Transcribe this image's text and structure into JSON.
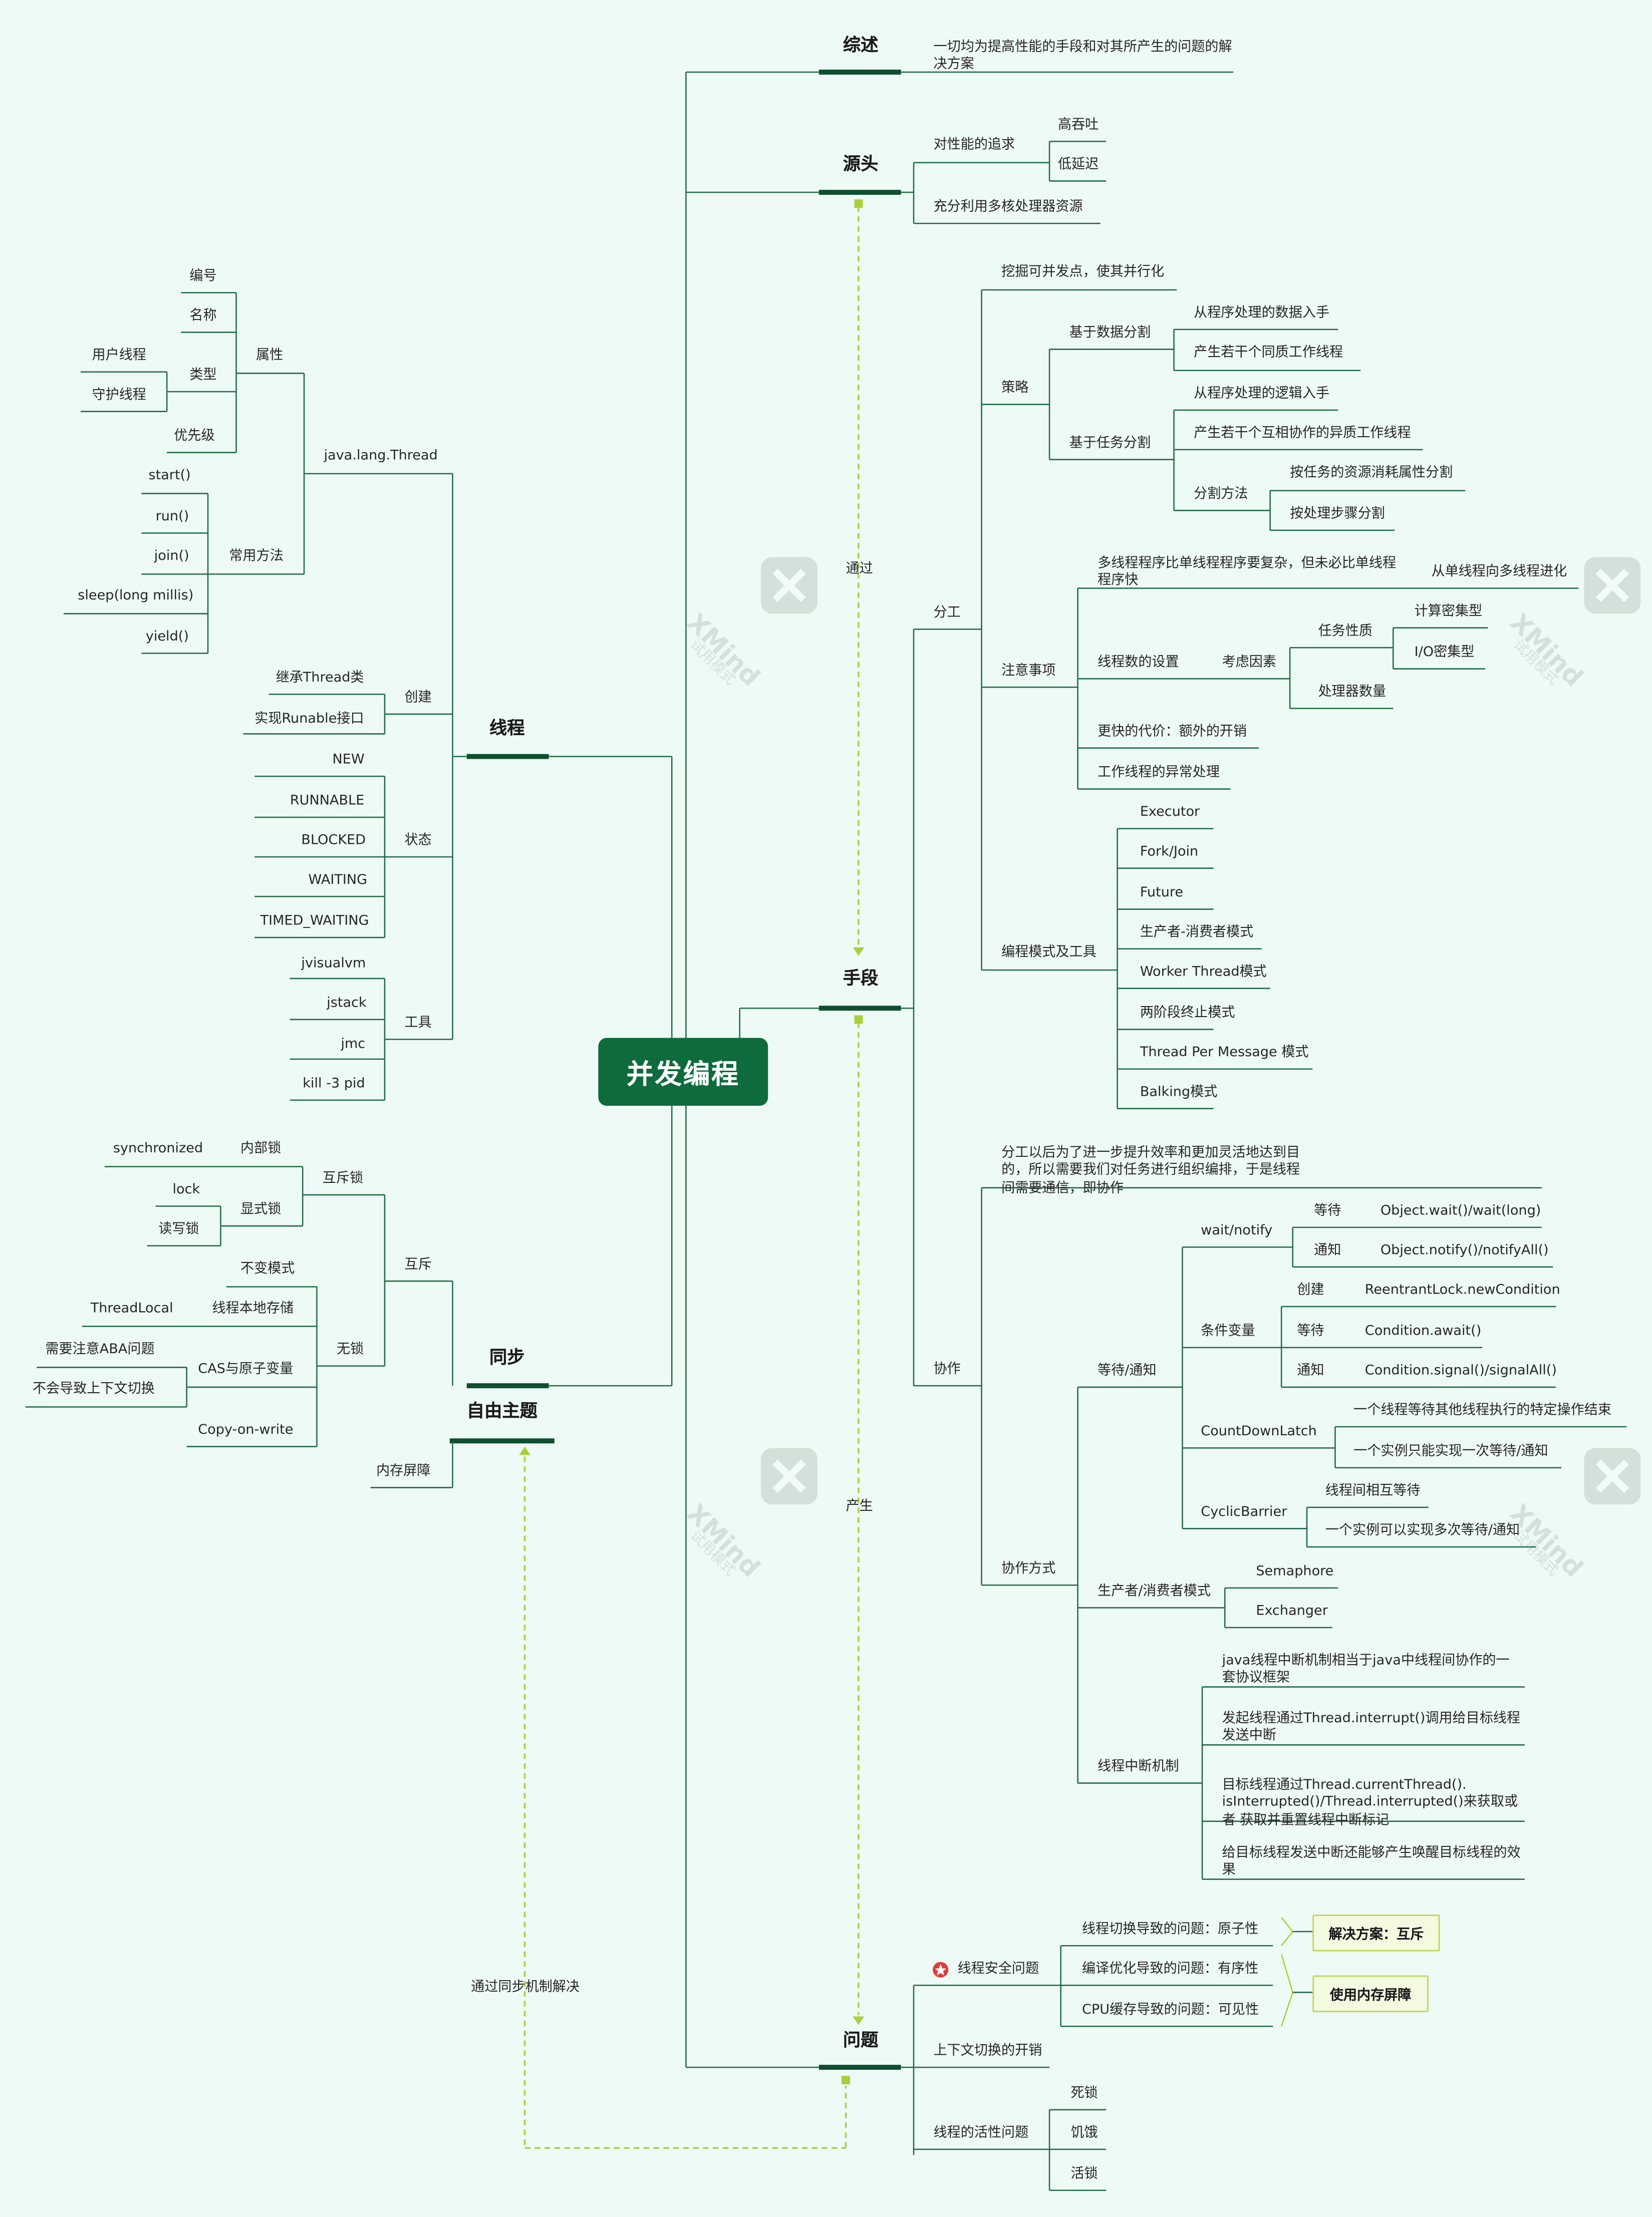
{
  "root": "并发编程",
  "colors": {
    "background": "#eefaf5",
    "root": "#0d6b3c",
    "line": "#1f6b45",
    "relation": "#a9cf3a"
  },
  "watermark": {
    "title": "XMind",
    "subtitle": "试用模式"
  },
  "relationships": {
    "r1": "通过",
    "r2": "产生",
    "r3": "通过同步机制解决"
  },
  "solutions": {
    "s1": "解决方案：互斥",
    "s2": "使用内存屏障"
  },
  "n": {
    "zongshu": "综述",
    "zongshu_1": "一切均为提高性能的手段和对其所产生的问题的解决方案",
    "yuantou": "源头",
    "yt_a": "对性能的追求",
    "yt_a1": "高吞吐",
    "yt_a2": "低延迟",
    "yt_b": "充分利用多核处理器资源",
    "shouduan": "手段",
    "fengong": "分工",
    "fg_1": "挖掘可并发点，使其并行化",
    "fg_celue": "策略",
    "fg_sj": "基于数据分割",
    "fg_sj1": "从程序处理的数据入手",
    "fg_sj2": "产生若干个同质工作线程",
    "fg_rw": "基于任务分割",
    "fg_rw1": "从程序处理的逻辑入手",
    "fg_rw2": "产生若干个互相协作的异质工作线程",
    "fg_ff": "分割方法",
    "fg_ff1": "按任务的资源消耗属性分割",
    "fg_ff2": "按处理步骤分割",
    "fg_zy": "注意事项",
    "fg_zy1": "多线程程序比单线程程序要复杂，但未必比单线程程序快",
    "fg_zy1a": "从单线程向多线程进化",
    "fg_xc": "线程数的设置",
    "fg_kl": "考虑因素",
    "fg_rwxz": "任务性质",
    "fg_jsmj": "计算密集型",
    "fg_iomj": "I/O密集型",
    "fg_clq": "处理器数量",
    "fg_dj": "更快的代价：额外的开销",
    "fg_yc": "工作线程的异常处理",
    "fg_bc": "编程模式及工具",
    "fg_bc1": "Executor",
    "fg_bc2": "Fork/Join",
    "fg_bc3": "Future",
    "fg_bc4": "生产者-消费者模式",
    "fg_bc5": "Worker Thread模式",
    "fg_bc6": "两阶段终止模式",
    "fg_bc7": "Thread Per Message 模式",
    "fg_bc8": "Balking模式",
    "xiezuo": "协作",
    "xz_1": "分工以后为了进一步提升效率和更加灵活地达到目的，所以需要我们对任务进行组织编排，于是线程间需要通信，即协作",
    "xz_fs": "协作方式",
    "xz_dd": "等待/通知",
    "xz_wn": "wait/notify",
    "xz_wn_dd": "等待",
    "xz_wn_dd1": "Object.wait()/wait(long)",
    "xz_wn_tz": "通知",
    "xz_wn_tz1": "Object.notify()/notifyAll()",
    "xz_tj": "条件变量",
    "xz_tj_cj": "创建",
    "xz_tj_cj1": "ReentrantLock.newCondition",
    "xz_tj_dd": "等待",
    "xz_tj_dd1": "Condition.await()",
    "xz_tj_tz": "通知",
    "xz_tj_tz1": "Condition.signal()/signalAll()",
    "xz_cdl": "CountDownLatch",
    "xz_cdl1": "一个线程等待其他线程执行的特定操作结束",
    "xz_cdl2": "一个实例只能实现一次等待/通知",
    "xz_cb": "CyclicBarrier",
    "xz_cb1": "线程间相互等待",
    "xz_cb2": "一个实例可以实现多次等待/通知",
    "xz_sc": "生产者/消费者模式",
    "xz_sc1": "Semaphore",
    "xz_sc2": "Exchanger",
    "xz_zd": "线程中断机制",
    "xz_zd1": "java线程中断机制相当于java中线程间协作的一套协议框架",
    "xz_zd2": "发起线程通过Thread.interrupt()调用给目标线程发送中断",
    "xz_zd3": "目标线程通过Thread.currentThread(). isInterrupted()/Thread.interrupted()来获取或者 获取并重置线程中断标记",
    "xz_zd4": "给目标线程发送中断还能够产生唤醒目标线程的效果",
    "wenti": "问题",
    "wt_aq": "线程安全问题",
    "wt_aq1": "线程切换导致的问题：原子性",
    "wt_aq2": "编译优化导致的问题：有序性",
    "wt_aq3": "CPU缓存导致的问题：可见性",
    "wt_kx": "上下文切换的开销",
    "wt_hx": "线程的活性问题",
    "wt_hx1": "死锁",
    "wt_hx2": "饥饿",
    "wt_hx3": "活锁",
    "xiancheng": "线程",
    "xc_jlt": "java.lang.Thread",
    "xc_sx": "属性",
    "xc_bh": "编号",
    "xc_mc": "名称",
    "xc_lx": "类型",
    "xc_yh": "用户线程",
    "xc_sh": "守护线程",
    "xc_yx": "优先级",
    "xc_cy": "常用方法",
    "xc_m1": "start()",
    "xc_m2": "run()",
    "xc_m3": "join()",
    "xc_m4": "sleep(long millis)",
    "xc_m5": "yield()",
    "xc_cj": "创建",
    "xc_cj1": "继承Thread类",
    "xc_cj2": "实现Runable接口",
    "xc_zt": "状态",
    "xc_zt1": "NEW",
    "xc_zt2": "RUNNABLE",
    "xc_zt3": "BLOCKED",
    "xc_zt4": "WAITING",
    "xc_zt5": "TIMED_WAITING",
    "xc_gj": "工具",
    "xc_gj1": "jvisualvm",
    "xc_gj2": "jstack",
    "xc_gj3": "jmc",
    "xc_gj4": "kill -3 pid",
    "tongbu": "同步",
    "tb_hc": "互斥",
    "tb_hcs": "互斥锁",
    "tb_nb": "内部锁",
    "tb_sync": "synchronized",
    "tb_xs": "显式锁",
    "tb_lock": "lock",
    "tb_dx": "读写锁",
    "tb_ws": "无锁",
    "tb_bb": "不变模式",
    "tb_bd": "线程本地存储",
    "tb_tl": "ThreadLocal",
    "tb_cas": "CAS与原子变量",
    "tb_aba": "需要注意ABA问题",
    "tb_qh": "不会导致上下文切换",
    "tb_cow": "Copy-on-write",
    "ziyou": "自由主题",
    "zy_nc": "内存屏障"
  }
}
